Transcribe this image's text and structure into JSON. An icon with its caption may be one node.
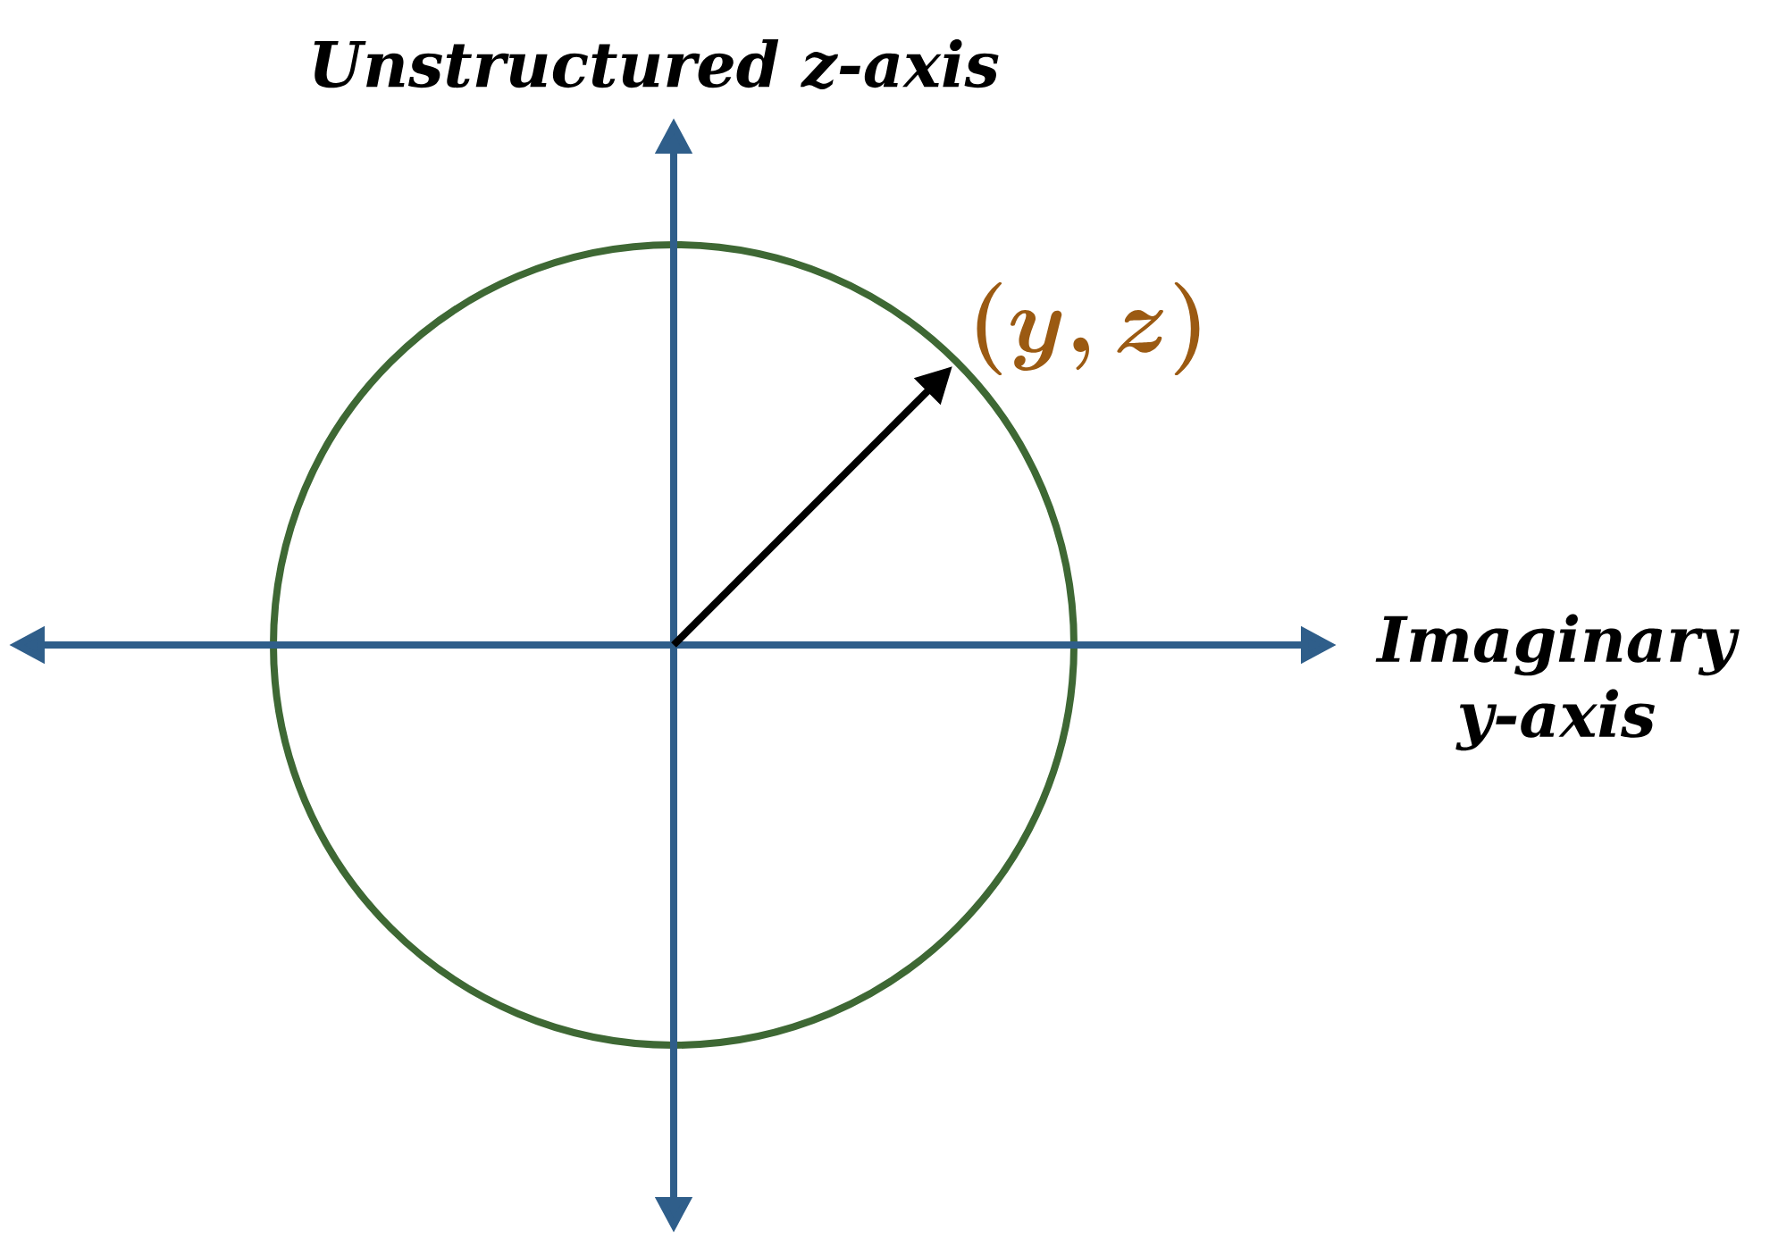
{
  "diagram": {
    "labels": [
      "Unstructured z-axis",
      "(y, z)",
      "Imaginary y-axis"
    ]
  }
}
